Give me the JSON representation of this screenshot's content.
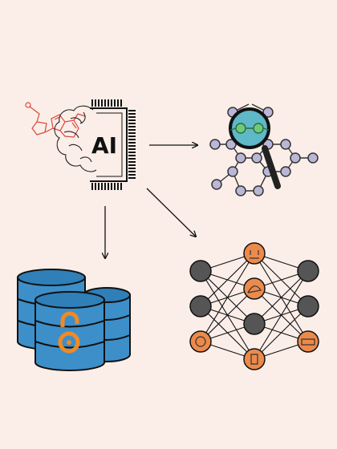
{
  "diagram": {
    "background_color": "#fbeee9",
    "ai_chip": {
      "label": "AI",
      "chip_color": "#111111",
      "brain_color": "#222222",
      "molecule_color": "#e0453a"
    },
    "molecule_search": {
      "icon": "magnifier-over-molecule-icon",
      "node_color": "#b9b6d6",
      "lens_color": "#5fb8c7",
      "handle_color": "#333333"
    },
    "database": {
      "icon": "open-access-database-icon",
      "cylinder_color": "#3d8fc9",
      "lock_color": "#f08a24"
    },
    "neural_network": {
      "icon": "neural-network-icon",
      "hidden_node_color": "#555555",
      "io_node_color": "#ec8a4b"
    },
    "arrows": [
      {
        "from": "ai_chip",
        "to": "molecule_search"
      },
      {
        "from": "ai_chip",
        "to": "database"
      },
      {
        "from": "ai_chip",
        "to": "neural_network"
      }
    ]
  }
}
